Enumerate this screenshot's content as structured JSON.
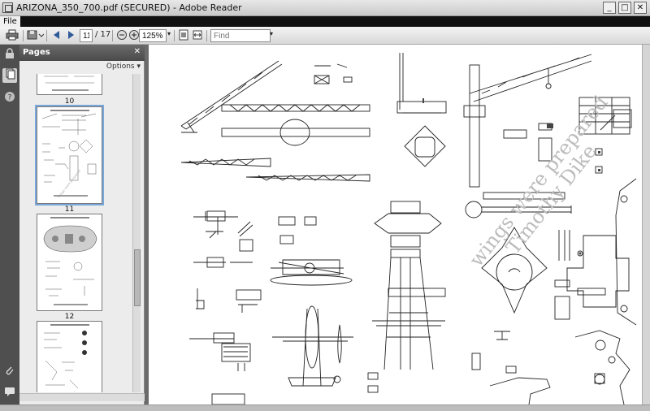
{
  "window": {
    "title": "ARIZONA_350_700.pdf (SECURED) - Adobe Reader",
    "controls": [
      "_",
      "□",
      "✕"
    ]
  },
  "menubar": {
    "file_label": "File"
  },
  "toolbar": {
    "current_page": "11",
    "page_total": "/ 17",
    "zoom": "125%",
    "find_placeholder": "Find"
  },
  "panel": {
    "title": "Pages",
    "options_label": "Options ▾",
    "pages": [
      {
        "label": "10"
      },
      {
        "label": "11",
        "selected": true
      },
      {
        "label": "12"
      }
    ]
  },
  "document": {
    "watermark": [
      "wings were prepared",
      "Timothy Dike"
    ]
  },
  "icons": {
    "print": "printer-icon",
    "save": "save-icon",
    "prev": "arrow-left-icon",
    "next": "arrow-right-icon",
    "zoom_out": "zoom-out-icon",
    "zoom_in": "zoom-in-icon",
    "fit_page": "fit-page-icon",
    "fit_width": "fit-width-icon",
    "lock": "lock-icon",
    "pages": "pages-icon",
    "help": "help-icon",
    "attachment": "paperclip-icon",
    "comment": "comment-icon"
  }
}
